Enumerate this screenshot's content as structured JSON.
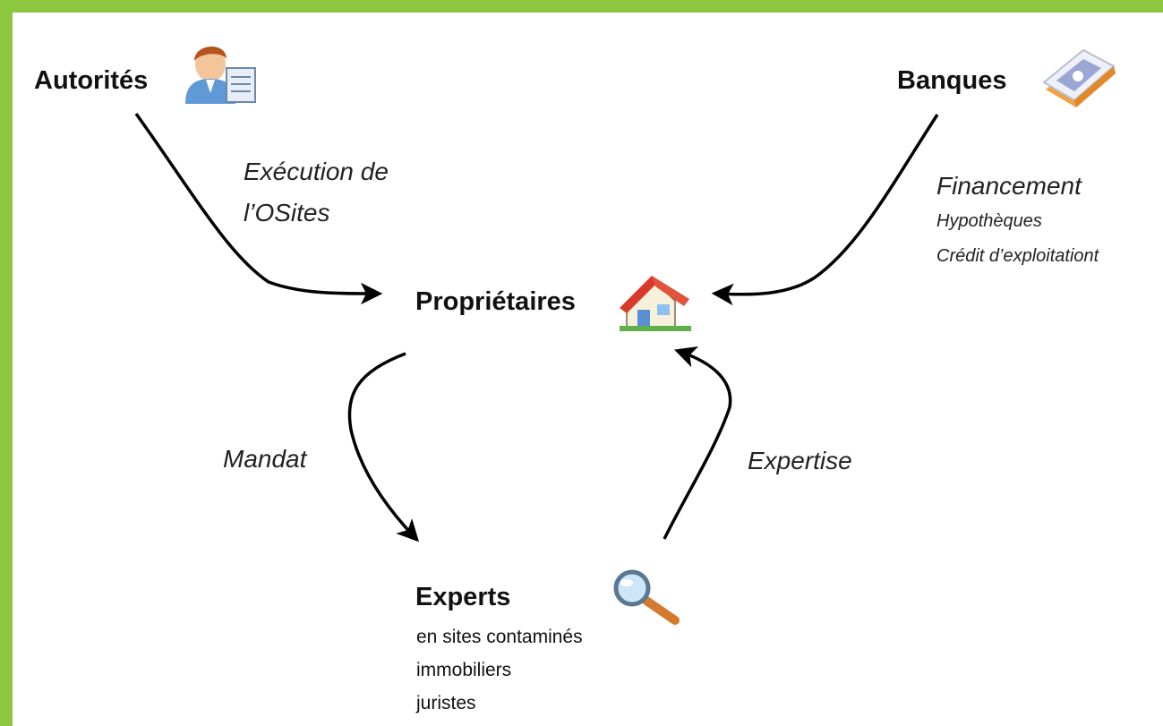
{
  "nodes": {
    "autorites": {
      "label": "Autorités",
      "icon": "officer-with-document-icon"
    },
    "banques": {
      "label": "Banques",
      "icon": "banknote-bundle-icon"
    },
    "proprietaires": {
      "label": "Propriétaires",
      "icon": "house-icon"
    },
    "experts": {
      "label": "Experts",
      "icon": "magnifying-glass-icon",
      "details": [
        "en sites contaminés",
        "immobiliers",
        "juristes"
      ]
    }
  },
  "edges": {
    "autorites_to_proprietaires": {
      "lines": [
        "Exécution de",
        "l’OSites"
      ]
    },
    "banques_to_proprietaires": {
      "title": "Financement",
      "details": [
        "Hypothèques",
        "Crédit d’exploitationt"
      ]
    },
    "proprietaires_to_experts": {
      "label": "Mandat"
    },
    "experts_to_proprietaires": {
      "label": "Expertise"
    }
  },
  "colors": {
    "frame": "#8dc63f",
    "background": "#ffffff",
    "arrow": "#000000"
  }
}
